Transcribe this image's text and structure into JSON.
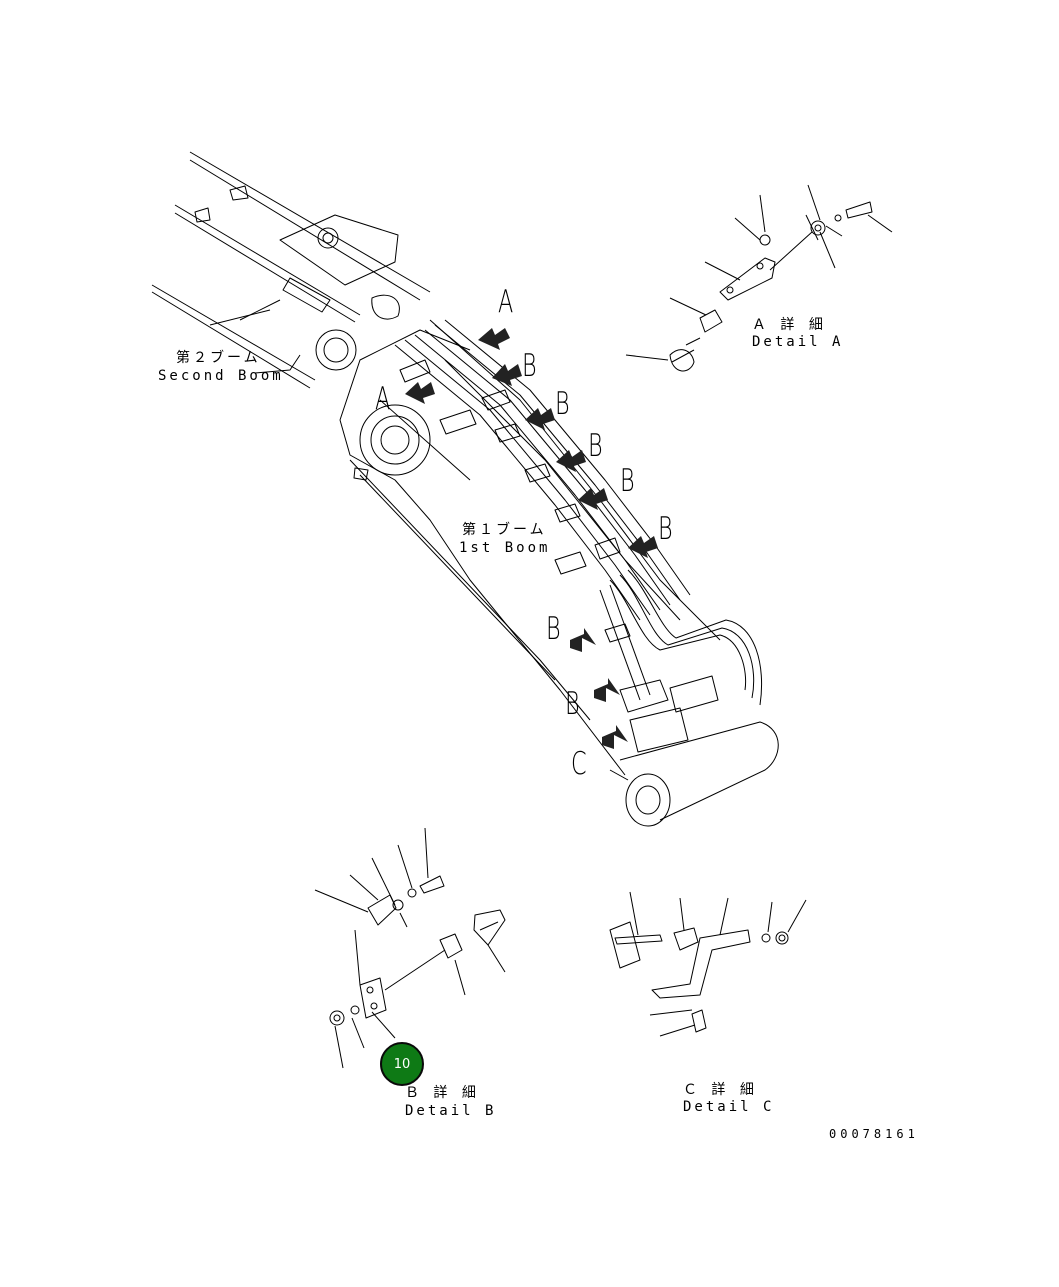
{
  "diagram": {
    "labels": {
      "second_boom_jp": "第２ブーム",
      "second_boom_en": "Second Boom",
      "first_boom_jp": "第１ブーム",
      "first_boom_en": "1st Boom",
      "detail_a_jp": "Ａ 詳 細",
      "detail_a_en": "Detail A",
      "detail_b_jp": "Ｂ 詳 細",
      "detail_b_en": "Detail B",
      "detail_c_jp": "Ｃ 詳 細",
      "detail_c_en": "Detail C",
      "drawing_number": "00078161"
    },
    "view_markers": [
      "A",
      "A",
      "B",
      "B",
      "B",
      "B",
      "B",
      "B",
      "B",
      "C"
    ],
    "callout": {
      "number": "10",
      "color": "#0e7a15"
    }
  }
}
